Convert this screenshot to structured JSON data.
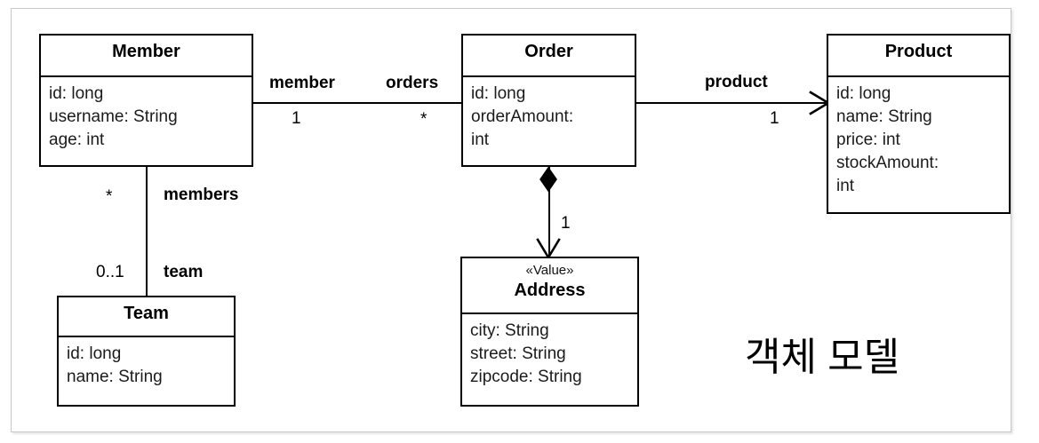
{
  "diagram": {
    "caption": "객체 모델",
    "classes": [
      {
        "id": "member",
        "name": "Member",
        "stereotype": "",
        "attributes": [
          "id: long",
          "username: String",
          "age: int"
        ]
      },
      {
        "id": "order",
        "name": "Order",
        "stereotype": "",
        "attributes": [
          "id: long",
          "orderAmount:",
          "int"
        ]
      },
      {
        "id": "product",
        "name": "Product",
        "stereotype": "",
        "attributes": [
          "id: long",
          "name: String",
          "price: int",
          "stockAmount:",
          "int"
        ]
      },
      {
        "id": "team",
        "name": "Team",
        "stereotype": "",
        "attributes": [
          "id: long",
          "name: String"
        ]
      },
      {
        "id": "address",
        "name": "Address",
        "stereotype": "«Value»",
        "attributes": [
          "city: String",
          "street: String",
          "zipcode: String"
        ]
      }
    ],
    "associations": [
      {
        "id": "member-order",
        "source_role": "member",
        "source_multiplicity": "1",
        "target_role": "orders",
        "target_multiplicity": "*",
        "kind": "association"
      },
      {
        "id": "order-product",
        "source_role": "",
        "source_multiplicity": "",
        "target_role": "product",
        "target_multiplicity": "1",
        "kind": "directed-association"
      },
      {
        "id": "member-team",
        "source_role": "members",
        "source_multiplicity": "*",
        "target_role": "team",
        "target_multiplicity": "0..1",
        "kind": "association"
      },
      {
        "id": "order-address",
        "source_role": "",
        "source_multiplicity": "",
        "target_role": "",
        "target_multiplicity": "1",
        "kind": "composition"
      }
    ]
  }
}
